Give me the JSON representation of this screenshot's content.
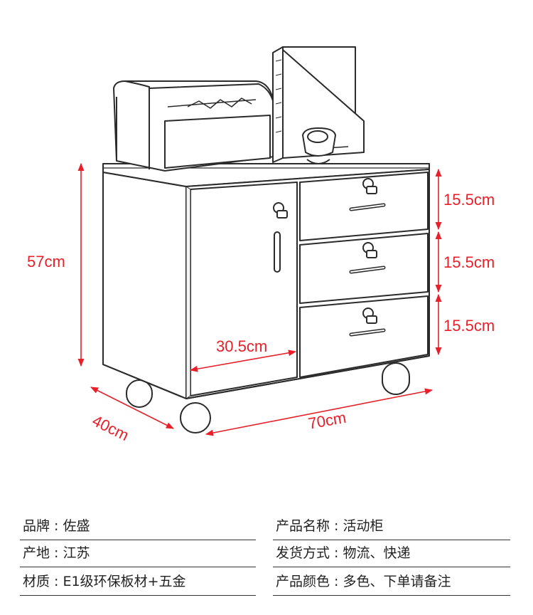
{
  "dimensions": {
    "height": "57cm",
    "drawer1": "15.5cm",
    "drawer2": "15.5cm",
    "drawer3": "15.5cm",
    "door_width": "30.5cm",
    "depth": "40cm",
    "width": "70cm"
  },
  "specs": {
    "brand": {
      "label": "品牌",
      "value": "佐盛"
    },
    "product_name": {
      "label": "产品名称",
      "value": "活动柜"
    },
    "origin": {
      "label": "产地",
      "value": "江苏"
    },
    "shipping": {
      "label": "发货方式",
      "value": "物流、快递"
    },
    "material": {
      "label": "材质",
      "value": "E1级环保板材+五金"
    },
    "color": {
      "label": "产品颜色",
      "value": "多色、下单请备注"
    }
  },
  "colors": {
    "dimension": "#e8202a",
    "outline": "#2b2b2b",
    "text": "#222222"
  }
}
